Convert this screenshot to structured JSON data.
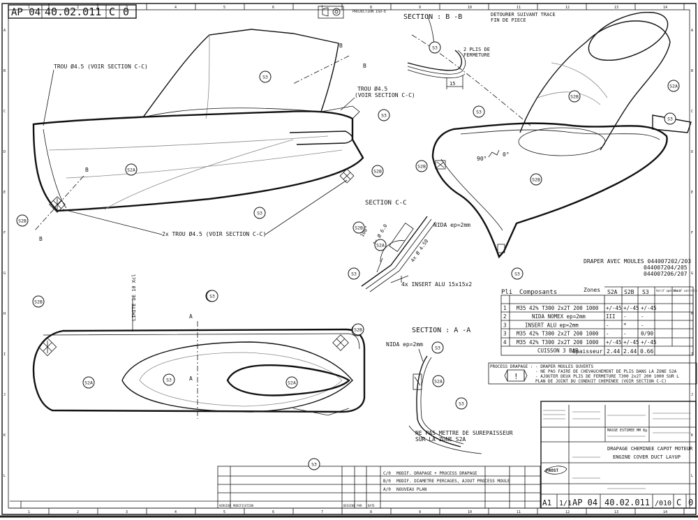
{
  "title_box": {
    "prefix": "AP 04",
    "number": "40.02.011",
    "rev": "C",
    "sheet": "0"
  },
  "projection_label": "PROJECTION ISO-E",
  "sections": {
    "bb_title": "SECTION : B -B",
    "cc_title": "SECTION C-C",
    "aa_title": "SECTION : A -A",
    "bb_note": [
      "2 PLIS DE",
      "FERMETURE"
    ],
    "bb_dim": "15",
    "detourer": [
      "DETOURER SUIVANT TRACE",
      "FIN DE PIECE"
    ],
    "cc_nida": "NIDA ep=2mm",
    "cc_insert": "4x INSERT ALU 15x15x2",
    "cc_dims": [
      "100°",
      "4x Ø 6.0",
      "4x Ø 4.50"
    ],
    "aa_nida": "NIDA ep=2mm",
    "aa_note": [
      "NE PAS METTRE DE SUREPAISSEUR",
      "SUR LA ZONE S2A"
    ]
  },
  "labels": {
    "trou_top": "TROU Ø4.5 (VOIR SECTION C-C)",
    "trou_mid": [
      "TROU Ø4.5",
      "(VOIR SECTION C-C)"
    ],
    "trou_bottom": "2x TROU Ø4.5 (VOIR SECTION C-C)",
    "limite": "LIMITE DE 10 Xcl",
    "angles": [
      "90°",
      "0°"
    ],
    "draper": [
      "DRAPER AVEC MOULES 044007202/203",
      "044007204/205",
      "044007206/207"
    ],
    "marks": [
      "B",
      "B",
      "B",
      "B",
      "A",
      "A"
    ]
  },
  "bubbles": [
    "S3",
    "S3",
    "S3",
    "S2A",
    "S2B",
    "S2B",
    "S3",
    "S3",
    "S3",
    "S3",
    "S2B",
    "S2A",
    "S3",
    "S2B",
    "S3",
    "S2A",
    "S3",
    "S2B",
    "S2B",
    "S3",
    "S2A",
    "S3",
    "S2B",
    "S2A",
    "S3",
    "S2A",
    "S3",
    "S2B",
    "S3"
  ],
  "ply_table": {
    "headers": [
      "Pli",
      "Composants",
      "Zones",
      "S2A",
      "S2B",
      "S3",
      "Verif opérateur",
      "Verif contrôle"
    ],
    "rows": [
      [
        "1",
        "M35 42% T300 2x2T 200 1000",
        "",
        "+/-45",
        "+/-45",
        "+/-45",
        "",
        ""
      ],
      [
        "2",
        "NIDA NOMEX ep=2mm",
        "",
        "III",
        "-",
        "-",
        "",
        ""
      ],
      [
        "3",
        "INSERT ALU ep=2mm",
        "",
        "-",
        "*",
        "-",
        "",
        ""
      ],
      [
        "3",
        "M35 42% T300 2x2T 200 1000",
        "",
        "-",
        "-",
        "0/90",
        "",
        ""
      ],
      [
        "4",
        "M35 42% T300 2x2T 200 1000",
        "",
        "+/-45",
        "+/-45",
        "+/-45",
        "",
        ""
      ],
      [
        "",
        "CUISSON 3 BAR",
        "",
        "",
        "",
        "",
        "",
        ""
      ]
    ],
    "thickness_label": "Epaisseur",
    "thickness": [
      "2.44",
      "2.44",
      "0.66"
    ]
  },
  "process": {
    "label": "PROCESS DRAPAGE :",
    "lines": [
      "- DRAPER MOULES OUVERTS",
      "- NE PAS FAIRE DE CHEVAUCHEMENT DE PLIS DANS LA ZONE S2A",
      "- AJOUTER DEUX PLIS DE FERMETURE T300 2x2T 200 1000 SUR L",
      "  PLAN DE JOINT DU CONDUIT CHEMINEE (VOIR SECTION C-C)"
    ]
  },
  "title_block": {
    "title_fr": "DRAPAGE CHEMINEE CAPOT MOTEUR",
    "title_en": "ENGINE COVER DUCT LAYUP",
    "format": "A1",
    "scale": "1/1",
    "prefix": "AP 04",
    "number": "40.02.011",
    "folio": "/010",
    "rev": "C",
    "sheet": "0",
    "mass_label": "MASSE ESTIMEE",
    "mass_value": "MM 8g",
    "company": "PROST"
  },
  "revisions": [
    {
      "rev": "C/0",
      "text": "MODIF. DRAPAGE + PROCESS DRAPAGE"
    },
    {
      "rev": "B/0",
      "text": "MODIF. DIAMETRE PERCAGES, AJOUT PROCESS MOULE"
    },
    {
      "rev": "A/0",
      "text": "NOUVEAU PLAN"
    }
  ],
  "revision_footer": [
    "VERSION",
    "MODIFICATION",
    "DESSINE PAR",
    "DATE"
  ],
  "grid_cols": [
    "1",
    "2",
    "3",
    "4",
    "5",
    "6",
    "7",
    "8",
    "9",
    "10",
    "11",
    "12",
    "13",
    "14"
  ],
  "grid_rows": [
    "A",
    "B",
    "C",
    "D",
    "E",
    "F",
    "G",
    "H",
    "I",
    "J",
    "K",
    "L"
  ]
}
